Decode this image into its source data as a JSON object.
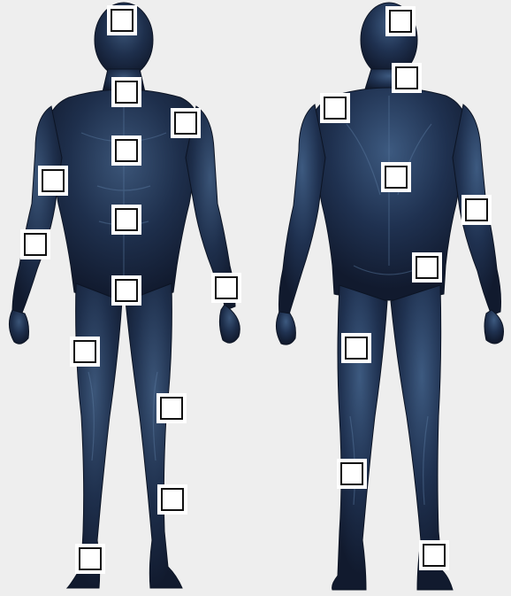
{
  "colors": {
    "background": "#eeeeee",
    "body_dark": "#14203a",
    "body_mid": "#2a3f60",
    "body_highlight": "#5a7aa0",
    "marker_fill": "#ffffff",
    "marker_border": "#111111"
  },
  "figures": {
    "front": {
      "view": "front"
    },
    "back": {
      "view": "back"
    }
  },
  "markers": {
    "front": [
      {
        "id": "front-head",
        "region": "head",
        "state": "unchecked"
      },
      {
        "id": "front-neck",
        "region": "neck",
        "state": "unchecked"
      },
      {
        "id": "front-left-shoulder",
        "region": "shoulder",
        "state": "unchecked"
      },
      {
        "id": "front-chest",
        "region": "chest",
        "state": "unchecked"
      },
      {
        "id": "front-right-elbow",
        "region": "elbow",
        "state": "unchecked"
      },
      {
        "id": "front-abdomen",
        "region": "abdomen",
        "state": "unchecked"
      },
      {
        "id": "front-right-forearm",
        "region": "forearm",
        "state": "unchecked"
      },
      {
        "id": "front-pelvis",
        "region": "pelvis",
        "state": "unchecked"
      },
      {
        "id": "front-left-hand",
        "region": "hand",
        "state": "unchecked"
      },
      {
        "id": "front-right-thigh",
        "region": "thigh",
        "state": "unchecked"
      },
      {
        "id": "front-left-knee",
        "region": "knee",
        "state": "unchecked"
      },
      {
        "id": "front-left-shin",
        "region": "shin",
        "state": "unchecked"
      },
      {
        "id": "front-right-foot",
        "region": "foot",
        "state": "unchecked"
      }
    ],
    "back": [
      {
        "id": "back-head",
        "region": "head",
        "state": "unchecked"
      },
      {
        "id": "back-neck",
        "region": "neck",
        "state": "unchecked"
      },
      {
        "id": "back-left-shoulder",
        "region": "shoulder",
        "state": "unchecked"
      },
      {
        "id": "back-mid-back",
        "region": "back",
        "state": "unchecked"
      },
      {
        "id": "back-right-elbow",
        "region": "elbow",
        "state": "unchecked"
      },
      {
        "id": "back-buttock",
        "region": "buttock",
        "state": "unchecked"
      },
      {
        "id": "back-left-thigh",
        "region": "thigh",
        "state": "unchecked"
      },
      {
        "id": "back-left-calf",
        "region": "calf",
        "state": "unchecked"
      },
      {
        "id": "back-right-foot",
        "region": "foot",
        "state": "unchecked"
      }
    ]
  }
}
